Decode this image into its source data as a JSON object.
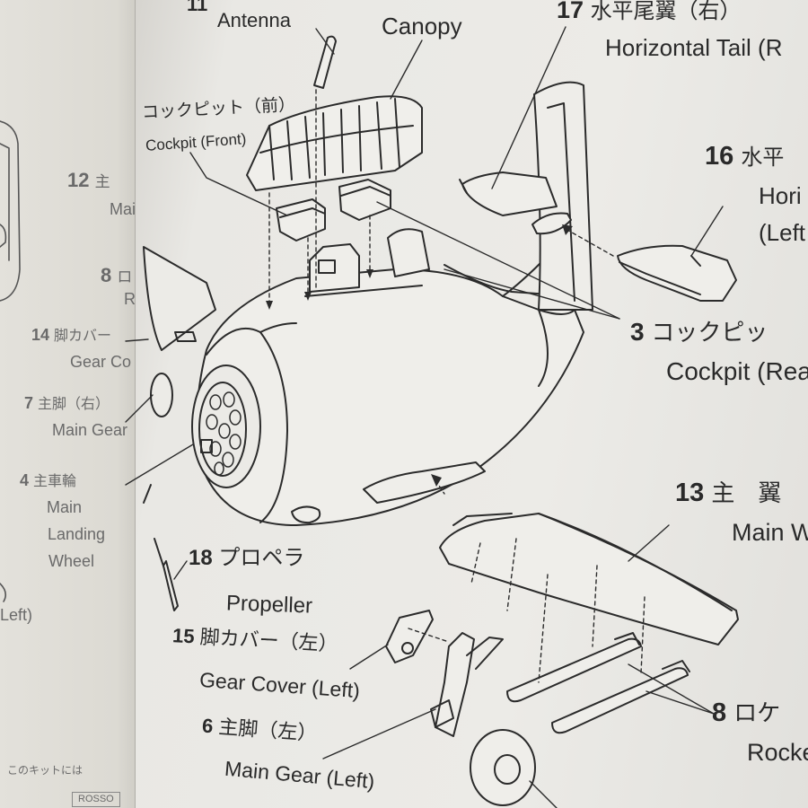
{
  "parts": {
    "antenna": {
      "number": "11",
      "en": "Antenna"
    },
    "canopy": {
      "en": "Canopy"
    },
    "horizontal_tail_right": {
      "number": "17",
      "jp": "水平尾翼（右）",
      "en": "Horizontal Tail (R"
    },
    "cockpit_front": {
      "jp": "コックピット（前）",
      "en": "Cockpit (Front)"
    },
    "horizontal_tail_left": {
      "number": "16",
      "jp": "水平",
      "en_line1": "Hori",
      "en_line2": "(Left"
    },
    "cockpit_rear": {
      "number": "3",
      "jp": "コックピッ",
      "en": "Cockpit (Rea"
    },
    "main_wing": {
      "number": "13",
      "jp": "主　翼",
      "en": "Main W"
    },
    "propeller": {
      "number": "18",
      "jp": "プロペラ",
      "en": "Propeller"
    },
    "gear_cover_left": {
      "number": "15",
      "jp": "脚カバー（左）",
      "en": "Gear Cover (Left)"
    },
    "main_gear_left": {
      "number": "6",
      "jp": "主脚（左）",
      "en": "Main Gear (Left)"
    },
    "rocket": {
      "number": "8",
      "jp": "ロケ",
      "en": "Rocke"
    }
  },
  "left_page": {
    "main_wing_partial": {
      "number": "12",
      "jp": "主",
      "en": "Mai"
    },
    "rocket_partial": {
      "number": "8",
      "jp": "ロ",
      "en": "R"
    },
    "gear_cover_right": {
      "number": "14",
      "jp": "脚カバー",
      "en": "Gear Co"
    },
    "main_gear_right": {
      "number": "7",
      "jp": "主脚（右）",
      "en": "Main Gear"
    },
    "main_wheel": {
      "number": "4",
      "jp": "主車輪",
      "en_line1": "Main",
      "en_line2": "Landing",
      "en_line3": "Wheel"
    },
    "edge_fragment": "Left)",
    "footer_note": "このキットには",
    "footer_label": "ROSSO"
  }
}
